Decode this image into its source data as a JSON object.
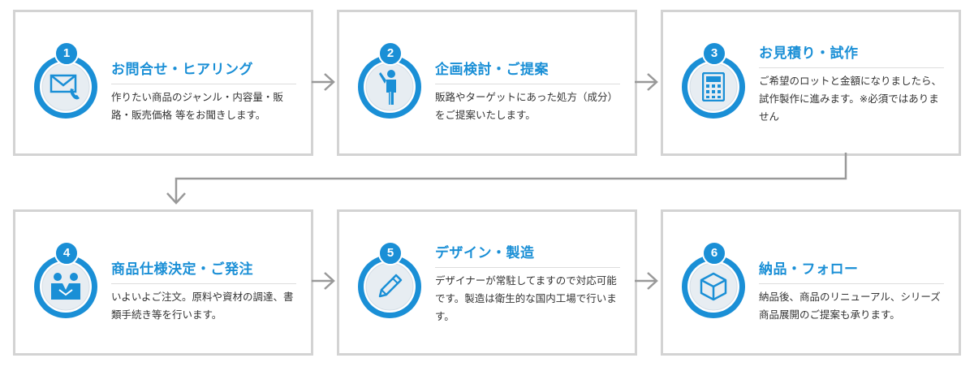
{
  "steps": [
    {
      "number": "1",
      "title": "お問合せ・ヒアリング",
      "description": "作りたい商品のジャンル・内容量・販路・販売価格 等をお聞きします。",
      "icon": "mail-phone-icon"
    },
    {
      "number": "2",
      "title": "企画検討・ご提案",
      "description": "販路やターゲットにあった処方（成分）をご提案いたします。",
      "icon": "person-raising-hand-icon"
    },
    {
      "number": "3",
      "title": "お見積り・試作",
      "description": "ご希望のロットと金額になりましたら、試作製作に進みます。※必須ではありません",
      "icon": "calculator-icon"
    },
    {
      "number": "4",
      "title": "商品仕様決定・ご発注",
      "description": "いよいよご注文。原料や資材の調達、書類手続き等を行います。",
      "icon": "handshake-icon"
    },
    {
      "number": "5",
      "title": "デザイン・製造",
      "description": "デザイナーが常駐してますので対応可能です。製造は衛生的な国内工場で行います。",
      "icon": "pencil-icon"
    },
    {
      "number": "6",
      "title": "納品・フォロー",
      "description": "納品後、商品のリニューアル、シリーズ商品展開のご提案も承ります。",
      "icon": "box-icon"
    }
  ],
  "colors": {
    "accent": "#1a8fd6",
    "border": "#d3d3d3",
    "arrow": "#999999",
    "text": "#333333"
  }
}
